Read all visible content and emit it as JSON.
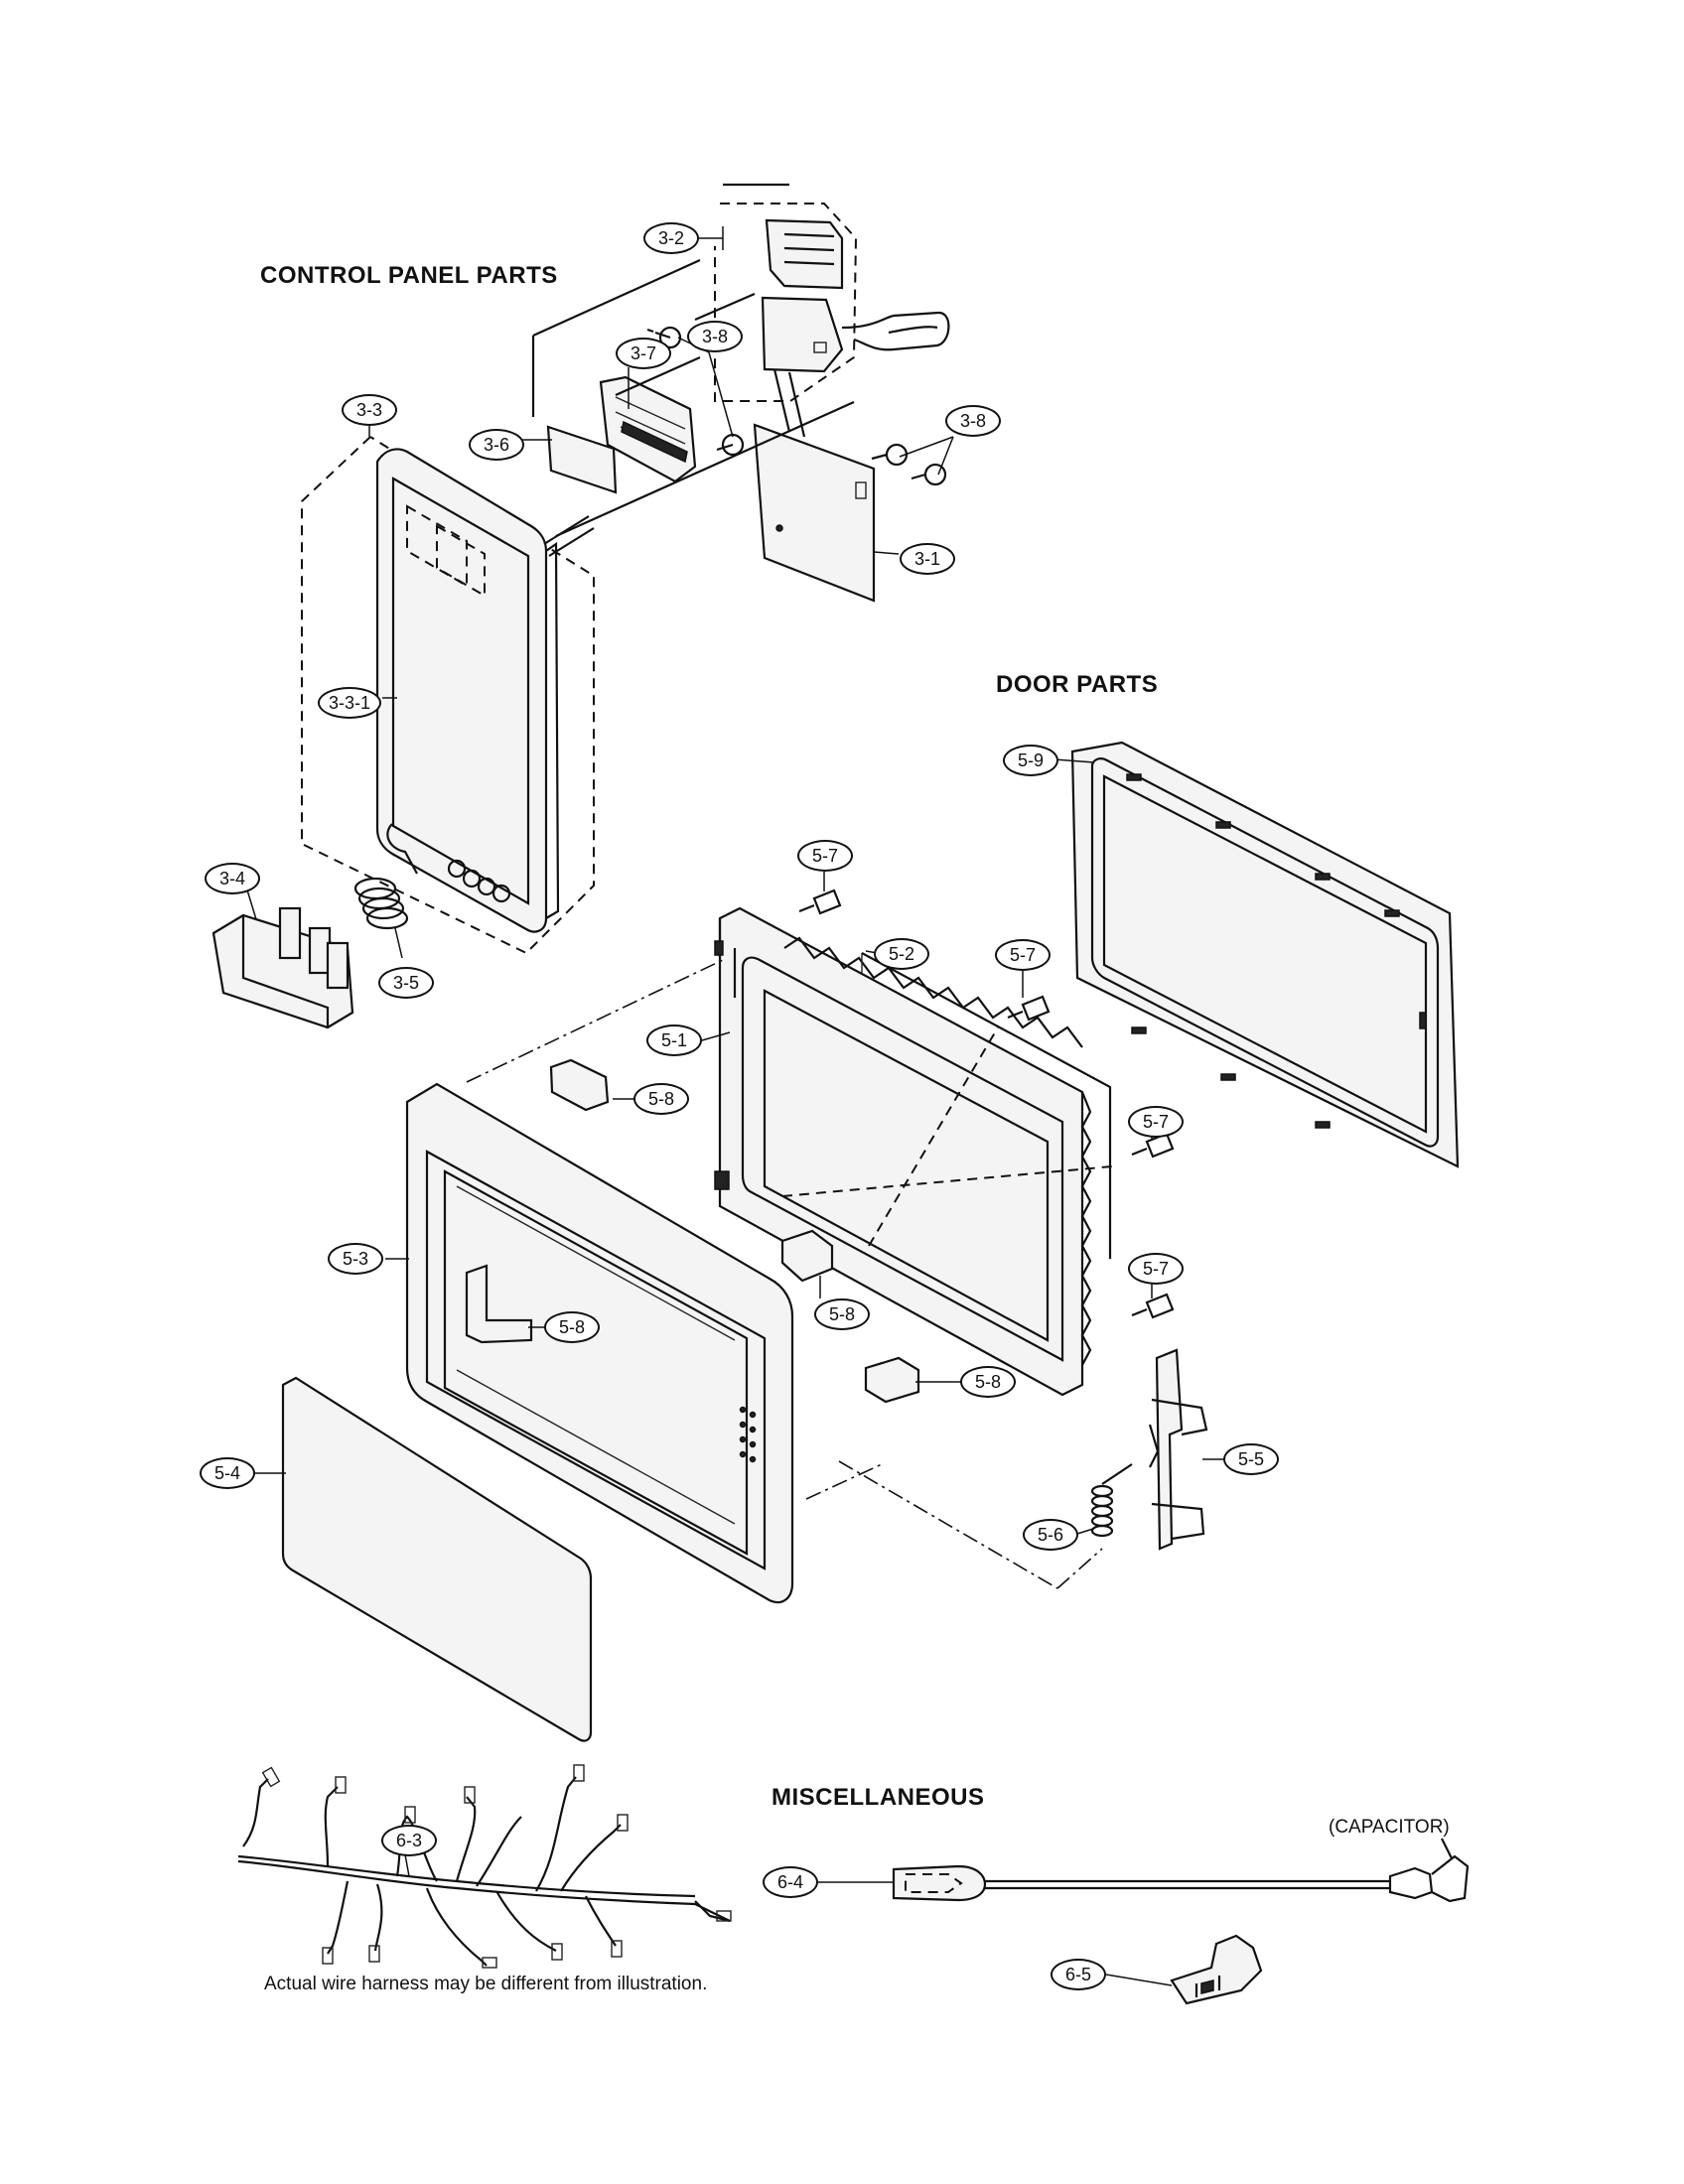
{
  "sections": {
    "control_panel": "CONTROL PANEL PARTS",
    "door": "DOOR PARTS",
    "misc": "MISCELLANEOUS"
  },
  "notes": {
    "wire_harness": "Actual wire harness may be different from illustration.",
    "capacitor": "(CAPACITOR)"
  },
  "callouts": {
    "c3_2": "3-2",
    "c3_7": "3-7",
    "c3_8a": "3-8",
    "c3_8b": "3-8",
    "c3_3": "3-3",
    "c3_6": "3-6",
    "c3_1": "3-1",
    "c3_3_1": "3-3-1",
    "c3_4": "3-4",
    "c3_5": "3-5",
    "c5_9": "5-9",
    "c5_7a": "5-7",
    "c5_7b": "5-7",
    "c5_7c": "5-7",
    "c5_7d": "5-7",
    "c5_2": "5-2",
    "c5_1": "5-1",
    "c5_8a": "5-8",
    "c5_8b": "5-8",
    "c5_8c": "5-8",
    "c5_8d": "5-8",
    "c5_3": "5-3",
    "c5_4": "5-4",
    "c5_5": "5-5",
    "c5_6": "5-6",
    "c6_3": "6-3",
    "c6_4": "6-4",
    "c6_5": "6-5"
  },
  "icons": [
    "control-panel-drawing",
    "door-assembly-drawing",
    "wire-harness-drawing",
    "capacitor-lead-drawing",
    "bracket-drawing"
  ]
}
